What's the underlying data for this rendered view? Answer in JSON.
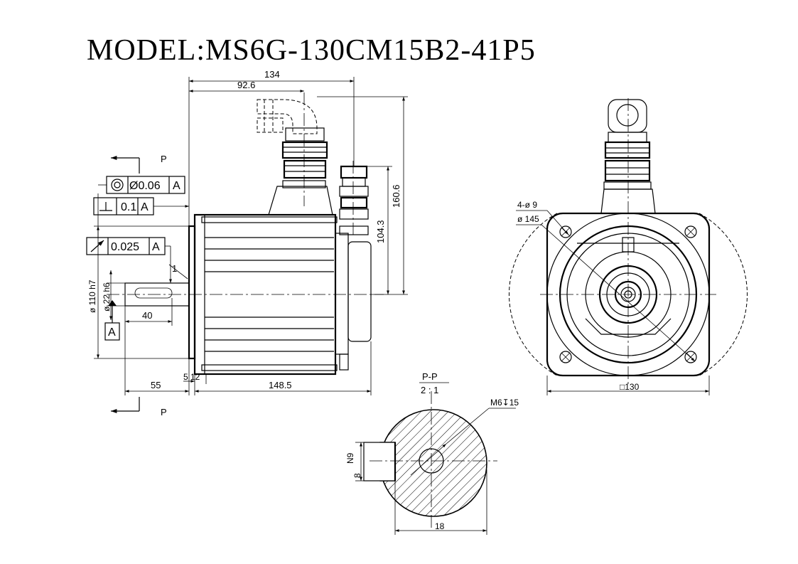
{
  "title": "MODEL:MS6G-130CM15B2-41P5",
  "dimensions": {
    "d134": "134",
    "d92_6": "92.6",
    "d160_6": "160.6",
    "d104_3": "104.3",
    "d1": "1",
    "d110": "ø 110 h7",
    "d22": "ø 22 h6",
    "d40": "40",
    "d55": "55",
    "d5": "5",
    "d12": "12",
    "d148_5": "148.5",
    "holes": "4-ø 9",
    "pcd": "ø 145",
    "square": "□130",
    "m6": "M6↧15",
    "key_w": "N9",
    "key_8": "8",
    "d18": "18"
  },
  "section": {
    "name": "P-P",
    "scale": "2 : 1",
    "marker_top": "P",
    "marker_bottom": "P"
  },
  "tolerances": {
    "concentricity": {
      "value": "Ø0.06",
      "datum": "A"
    },
    "perpendicularity": {
      "value": "0.1",
      "datum": "A"
    },
    "runout": {
      "value": "0.025",
      "datum": "A"
    },
    "datum_label": "A"
  }
}
